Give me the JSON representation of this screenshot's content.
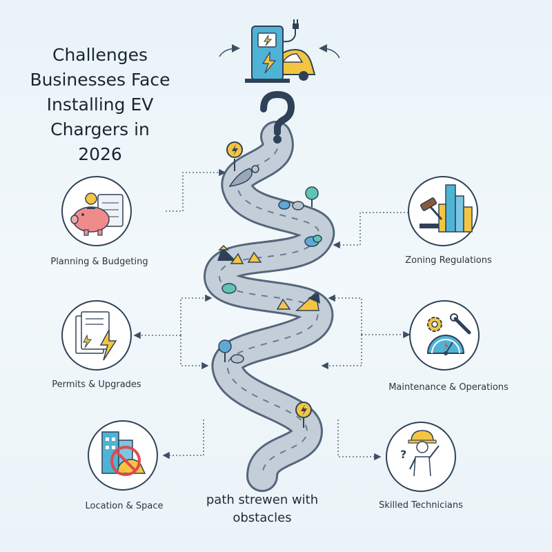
{
  "title": {
    "lines": [
      "Challenges",
      "Businesses Face",
      "Installing EV",
      "Chargers in",
      "2026"
    ]
  },
  "challenges": [
    {
      "id": "planning",
      "label": "Planning & Budgeting",
      "icon": "piggy-bank-icon"
    },
    {
      "id": "permits",
      "label": "Permits & Upgrades",
      "icon": "document-permit-icon"
    },
    {
      "id": "location",
      "label": "Location & Space",
      "icon": "no-parking-building-icon"
    },
    {
      "id": "zoning",
      "label": "Zoning Regulations",
      "icon": "gavel-buildings-icon"
    },
    {
      "id": "maintenance",
      "label": "Maintenance & Operations",
      "icon": "gauge-wrench-icon"
    },
    {
      "id": "technicians",
      "label": "Skilled Technicians",
      "icon": "technician-hardhat-icon"
    }
  ],
  "caption": {
    "lines": [
      "path strewen with",
      "obstacles"
    ]
  },
  "colors": {
    "road": "#c3ced9",
    "road_edge": "#6b7a8c",
    "charger": "#4fb3d6",
    "accent_yellow": "#f4c542",
    "navy": "#2e4157",
    "pink": "#f08b8b",
    "teal": "#5fc4b4",
    "red": "#e0494f"
  }
}
